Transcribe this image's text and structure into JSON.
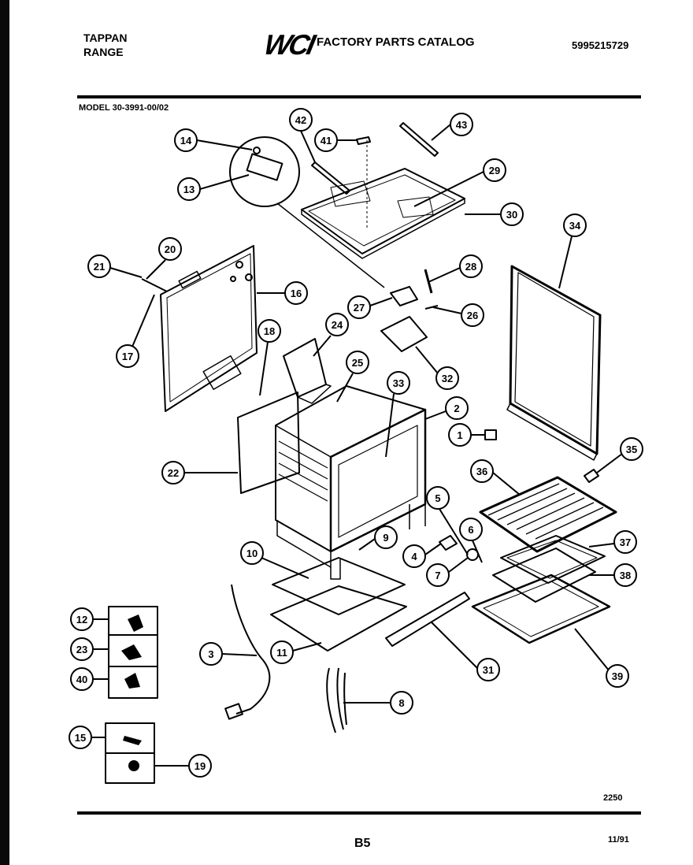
{
  "header": {
    "brand_line1": "TAPPAN",
    "brand_line2": "RANGE",
    "logo_text": "WCI",
    "catalog_title": "FACTORY PARTS CATALOG",
    "catalog_number": "5995215729"
  },
  "model_label": "MODEL 30-3991-00/02",
  "callouts": [
    "14",
    "13",
    "42",
    "41",
    "43",
    "29",
    "30",
    "34",
    "20",
    "21",
    "16",
    "17",
    "18",
    "24",
    "25",
    "27",
    "28",
    "26",
    "32",
    "33",
    "2",
    "1",
    "22",
    "35",
    "36",
    "5",
    "6",
    "10",
    "9",
    "4",
    "7",
    "37",
    "38",
    "12",
    "23",
    "40",
    "3",
    "11",
    "31",
    "39",
    "8",
    "15",
    "19"
  ],
  "footer": {
    "drawing_code": "2250",
    "page": "B5",
    "date": "11/91"
  }
}
